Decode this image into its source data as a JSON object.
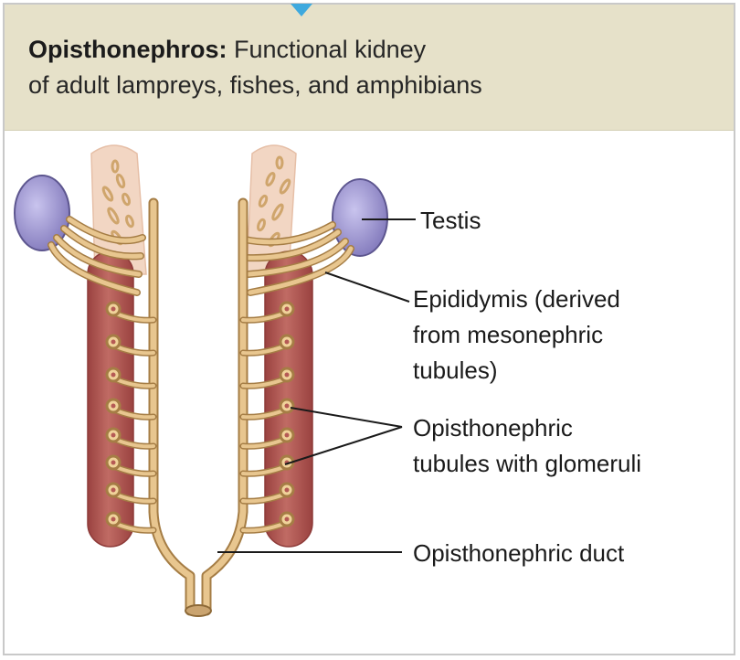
{
  "header": {
    "title_bold": "Opisthonephros:",
    "title_rest": " Functional kidney",
    "subtitle": "of adult lampreys, fishes, and amphibians",
    "accent_color": "#3ea9de",
    "background_color": "#e6e1c9"
  },
  "labels": {
    "testis": "Testis",
    "epididymis_line1": "Epididymis (derived",
    "epididymis_line2": "from mesonephric",
    "epididymis_line3": "tubules)",
    "tubules_line1": "Opisthonephric",
    "tubules_line2": "tubules with glomeruli",
    "duct": "Opisthonephric duct"
  },
  "colors": {
    "kidney": "#b55a55",
    "tubule": "#e2c088",
    "testis": "#a29bd4",
    "vestigial": "#f2d4c0"
  }
}
